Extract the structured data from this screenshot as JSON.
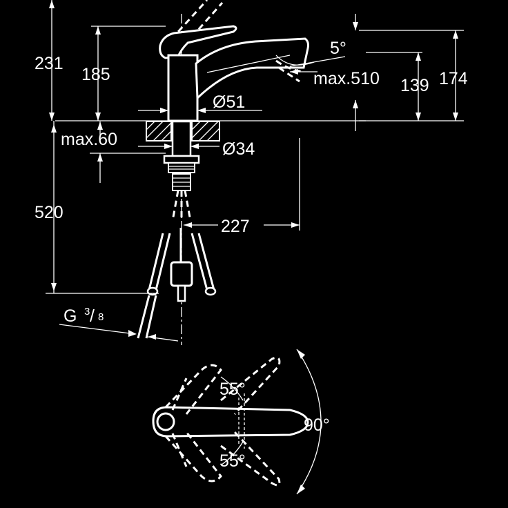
{
  "colors": {
    "background": "#000000",
    "line": "#ffffff"
  },
  "dimensions": {
    "height_total": "231",
    "height_body": "185",
    "spout_height_max": "174",
    "spout_height_min": "139",
    "spout_reach": "max.510",
    "spout_tilt": "5°",
    "body_diameter": "Ø51",
    "hole_diameter": "Ø34",
    "deck_thickness": "max.60",
    "hose_length": "520",
    "hose_clearance": "227",
    "thread_letter": "G",
    "thread_num": "3",
    "thread_den": "8",
    "swivel_left": "55°",
    "swivel_right": "55°",
    "swivel_total": "90°"
  }
}
